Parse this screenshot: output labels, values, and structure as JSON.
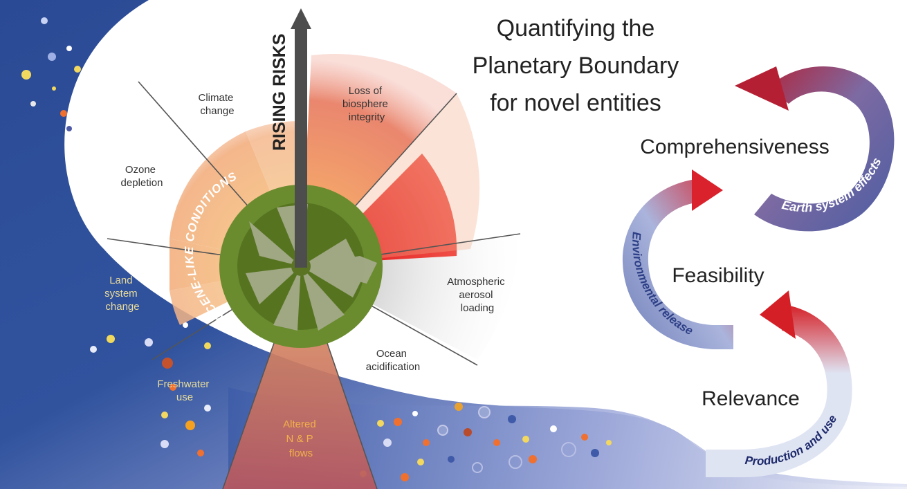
{
  "title": {
    "line1": "Quantifying the",
    "line2": "Planetary Boundary",
    "line3": "for novel entities"
  },
  "axis": {
    "arrow_label": "RISING RISKS"
  },
  "center": {
    "ring_label": "HOLOCENE-LIKE CONDITIONS"
  },
  "boundaries": [
    {
      "id": "climate",
      "line1": "Climate",
      "line2": "change"
    },
    {
      "id": "biosphere",
      "line1": "Loss of",
      "line2": "biosphere",
      "line3": "integrity"
    },
    {
      "id": "ozone",
      "line1": "Ozone",
      "line2": "depletion"
    },
    {
      "id": "land",
      "line1": "Land",
      "line2": "system",
      "line3": "change"
    },
    {
      "id": "freshwater",
      "line1": "Freshwater",
      "line2": "use"
    },
    {
      "id": "nutrients",
      "line1": "Altered",
      "line2": "N & P",
      "line3": "flows"
    },
    {
      "id": "ocean",
      "line1": "Ocean",
      "line2": "acidification"
    },
    {
      "id": "aerosol",
      "line1": "Atmospheric",
      "line2": "aerosol",
      "line3": "loading"
    }
  ],
  "criteria": {
    "comprehensiveness": "Comprehensiveness",
    "feasibility": "Feasibility",
    "relevance": "Relevance"
  },
  "arrows": {
    "earth_system_effects": "Earth system effects",
    "environmental_release": "Environmental release",
    "production_and_use": "Production and use"
  },
  "colors": {
    "band_blue": "#2f4f9a",
    "band_light": "#c9cdea",
    "ring_green": "#6f8f32",
    "risk_red": "#e01f1f",
    "risk_orange": "#f2a55a",
    "arrow_blue": "#4a5fa0",
    "arrow_red": "#d0202a"
  }
}
